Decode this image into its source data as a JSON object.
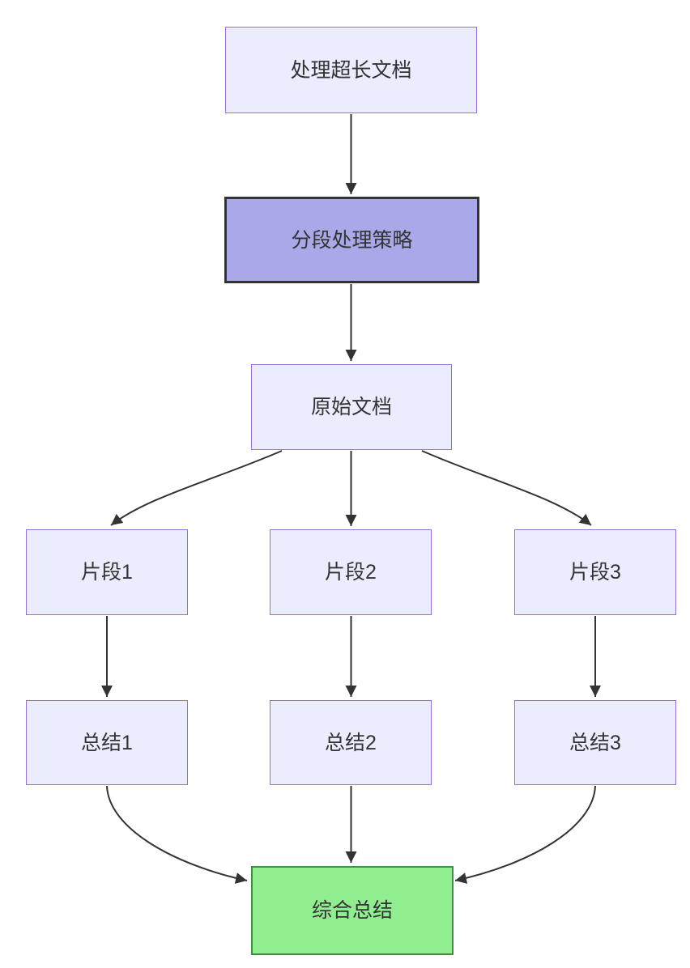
{
  "diagram": {
    "type": "flowchart",
    "nodes": {
      "start": {
        "label": "处理超长文档"
      },
      "strategy": {
        "label": "分段处理策略"
      },
      "original": {
        "label": "原始文档"
      },
      "frag1": {
        "label": "片段1"
      },
      "frag2": {
        "label": "片段2"
      },
      "frag3": {
        "label": "片段3"
      },
      "sum1": {
        "label": "总结1"
      },
      "sum2": {
        "label": "总结2"
      },
      "sum3": {
        "label": "总结3"
      },
      "final": {
        "label": "综合总结"
      }
    },
    "edges": [
      {
        "from": "start",
        "to": "strategy"
      },
      {
        "from": "strategy",
        "to": "original"
      },
      {
        "from": "original",
        "to": "frag1"
      },
      {
        "from": "original",
        "to": "frag2"
      },
      {
        "from": "original",
        "to": "frag3"
      },
      {
        "from": "frag1",
        "to": "sum1"
      },
      {
        "from": "frag2",
        "to": "sum2"
      },
      {
        "from": "frag3",
        "to": "sum3"
      },
      {
        "from": "sum1",
        "to": "final"
      },
      {
        "from": "sum2",
        "to": "final"
      },
      {
        "from": "sum3",
        "to": "final"
      }
    ],
    "colors": {
      "background": "#ffffff",
      "default_fill": "#ECECFF",
      "default_border": "#9370DB",
      "strategy_fill": "#a9a9ea",
      "strategy_border": "#333333",
      "final_fill": "#90EE90",
      "final_border": "#3e8e41",
      "edge": "#333333",
      "text": "#333333"
    }
  }
}
